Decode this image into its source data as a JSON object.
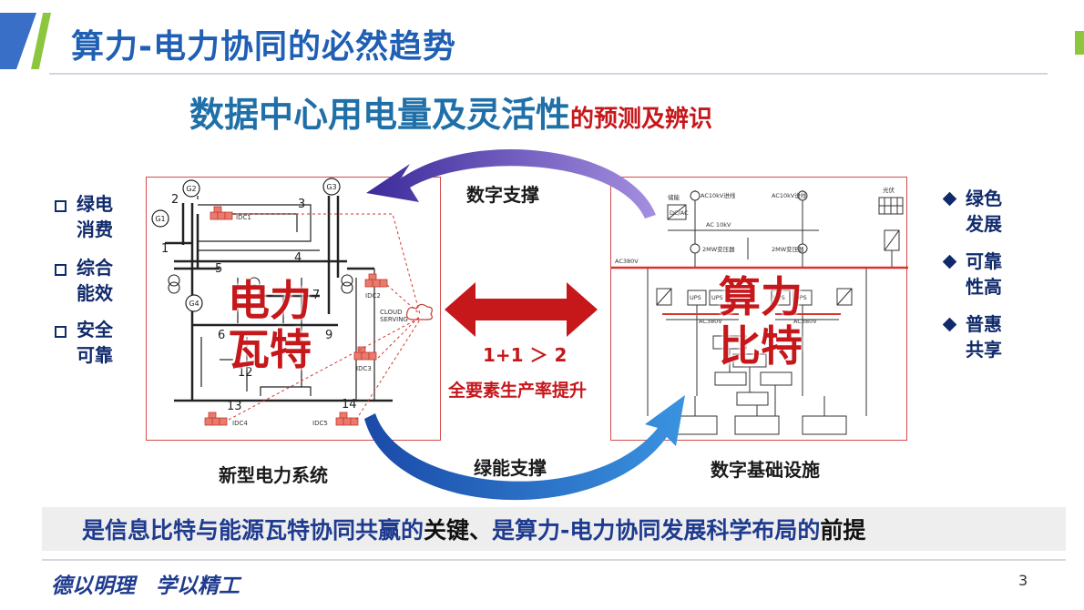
{
  "header": {
    "title": "算力-电力协同的必然趋势"
  },
  "subtitle": {
    "main": "数据中心用电量及灵活性",
    "suffix": "的预测及辨识"
  },
  "left_list": [
    {
      "line1": "绿电",
      "line2": "消费"
    },
    {
      "line1": "综合",
      "line2": "能效"
    },
    {
      "line1": "安全",
      "line2": "可靠"
    }
  ],
  "right_list": [
    {
      "line1": "绿色",
      "line2": "发展"
    },
    {
      "line1": "可靠",
      "line2": "性高"
    },
    {
      "line1": "普惠",
      "line2": "共享"
    }
  ],
  "left_panel": {
    "label_line1": "电力",
    "label_line2": "瓦特",
    "caption": "新型电力系统",
    "nodes": [
      "2",
      "3",
      "4",
      "5",
      "6",
      "7",
      "9",
      "12",
      "13",
      "14",
      "1"
    ],
    "generators": [
      "G2",
      "G3",
      "G1",
      "G4"
    ],
    "idc": [
      "IDC1",
      "IDC2",
      "IDC3",
      "IDC4",
      "IDC5"
    ],
    "cloud_label_1": "CLOUD",
    "cloud_label_2": "SERVING"
  },
  "right_panel": {
    "label_line1": "算力",
    "label_line2": "比特",
    "caption": "数字基础设施",
    "labels": {
      "ac10kv_1": "AC10kV进线",
      "ac10kv_2": "AC10kV进线",
      "ac10kv_bus": "AC 10kV",
      "tr1": "2MW变压器",
      "tr2": "2MW变压器",
      "ac380v": "AC380V",
      "ac380v_2": "AC380V",
      "ac380v_3": "AC380V",
      "ups": "UPS",
      "dcac": "DC/AC",
      "pv": "光伏",
      "grid": "储能"
    }
  },
  "middle": {
    "top_arrow_label": "数字支撑",
    "bottom_arrow_label": "绿能支撑",
    "equation": "1+1 ＞ 2",
    "productivity": "全要素生产率提升"
  },
  "bottom_banner": {
    "part1": "是信息比特与能源瓦特协同共赢的",
    "part2": "关键、",
    "part3": "是算力-电力协同发展科学布局的",
    "part4": "前提"
  },
  "footer": {
    "motto": "德以明理　学以精工",
    "page_number": "3"
  },
  "colors": {
    "title_blue": "#1f5fb4",
    "accent_red": "#c6171b",
    "navy": "#102a6b",
    "accent_green": "#8cc63f",
    "arc_purple": "#5a3fb0",
    "arc_blue": "#1f6fc8"
  }
}
